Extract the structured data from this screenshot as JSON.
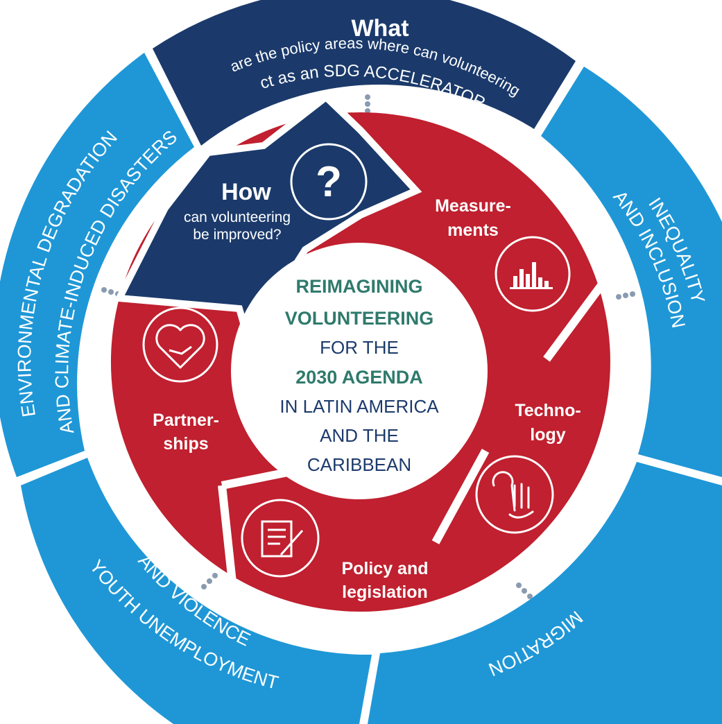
{
  "colors": {
    "outer_light": "#1f97d6",
    "outer_dark": "#1b3a6b",
    "red": "#c0202f",
    "navy": "#1b3a6b",
    "teal": "#2f7a6c",
    "center_text": "#1b3a6b",
    "white": "#ffffff"
  },
  "outer_ring": {
    "top_title": "What",
    "top_subtitle_1": "are the policy areas where can volunteering",
    "top_subtitle_2": "act as an SDG ACCELERATOR?",
    "areas": {
      "inequality_1": "INEQUALITY",
      "inequality_2": "AND INCLUSION",
      "migration": "MIGRATION",
      "youth_1": "YOUTH UNEMPLOYMENT",
      "youth_2": "AND VIOLENCE",
      "env_1": "ENVIRONMENTAL DEGRADATION",
      "env_2": "AND CLIMATE-INDUCED DISASTERS"
    }
  },
  "inner_ring": {
    "how_title": "How",
    "how_subtitle_1": "can volunteering",
    "how_subtitle_2": "be improved?",
    "question_mark": "?",
    "measurements_1": "Measure-",
    "measurements_2": "ments",
    "technology_1": "Techno-",
    "technology_2": "logy",
    "policy_1": "Policy and",
    "policy_2": "legislation",
    "partnerships_1": "Partner-",
    "partnerships_2": "ships",
    "icons": {
      "measurements": "bar-chart-icon",
      "technology": "wrench-hand-icon",
      "policy": "document-pen-icon",
      "partnerships": "heart-handshake-icon"
    }
  },
  "center": {
    "line1": "REIMAGINING",
    "line2": "VOLUNTEERING",
    "line3": "FOR THE",
    "line4": "2030 AGENDA",
    "line5": "IN LATIN AMERICA",
    "line6": "AND THE",
    "line7": "CARIBBEAN"
  }
}
